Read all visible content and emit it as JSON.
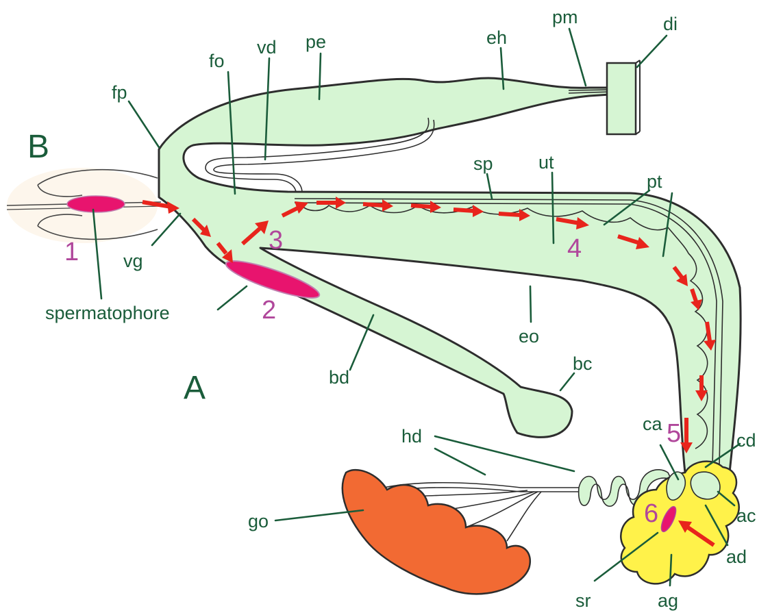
{
  "diagram": {
    "panel_labels": {
      "a": "A",
      "b": "B"
    },
    "step_numbers": [
      "1",
      "2",
      "3",
      "4",
      "5",
      "6"
    ],
    "labels": {
      "fp": "fp",
      "fo": "fo",
      "vd": "vd",
      "pe": "pe",
      "eh": "eh",
      "pm": "pm",
      "di": "di",
      "sp": "sp",
      "ut": "ut",
      "pt": "pt",
      "vg": "vg",
      "spermatophore": "spermatophore",
      "eo": "eo",
      "bd": "bd",
      "bc": "bc",
      "hd": "hd",
      "go": "go",
      "ca": "ca",
      "cd": "cd",
      "ac": "ac",
      "ad": "ad",
      "sr": "sr",
      "ag": "ag"
    },
    "colors": {
      "organ_fill": "#d6f5d3",
      "spermatophore": "#e8146e",
      "arrows": "#e8241c",
      "gonad": "#f26a33",
      "albumen_gland": "#fff24a",
      "label_text": "#1a5c3a",
      "step_numbers": "#b0479b"
    }
  }
}
